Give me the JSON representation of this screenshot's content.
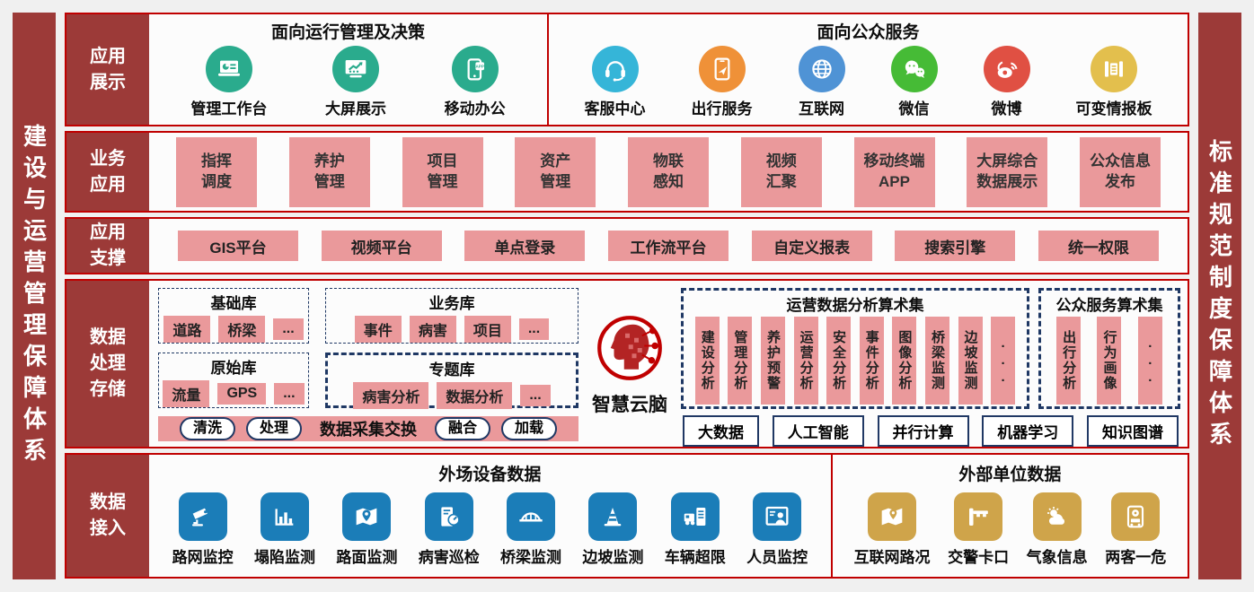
{
  "palette": {
    "border_red": "#c00000",
    "dark_red": "#9c3a38",
    "pink": "#ea999b",
    "navy": "#1f3864",
    "teal": "#2aab8d",
    "cyan": "#35b5d8",
    "orange": "#ef9138",
    "blue": "#4f93d5",
    "wechat_green": "#46bb36",
    "weibo_red": "#e05043",
    "gold": "#e3bf4d",
    "device_blue": "#1b7db8",
    "ext_gold": "#cfa44a"
  },
  "banners": {
    "left": "建设与运营管理保障体系",
    "right": "标准规范制度保障体系"
  },
  "rows": {
    "display": {
      "label": "应用\n展示",
      "mgmt": {
        "title": "面向运行管理及决策",
        "items": [
          {
            "label": "管理工作台",
            "icon": "workbench-icon",
            "color": "#2aab8d"
          },
          {
            "label": "大屏展示",
            "icon": "bigscreen-icon",
            "color": "#2aab8d"
          },
          {
            "label": "移动办公",
            "icon": "mobile-office-icon",
            "color": "#2aab8d"
          }
        ]
      },
      "public": {
        "title": "面向公众服务",
        "items": [
          {
            "label": "客服中心",
            "icon": "headset-icon",
            "color": "#35b5d8"
          },
          {
            "label": "出行服务",
            "icon": "travel-phone-icon",
            "color": "#ef9138"
          },
          {
            "label": "互联网",
            "icon": "globe-icon",
            "color": "#4f93d5"
          },
          {
            "label": "微信",
            "icon": "wechat-icon",
            "color": "#46bb36"
          },
          {
            "label": "微博",
            "icon": "weibo-icon",
            "color": "#e05043"
          },
          {
            "label": "可变情报板",
            "icon": "info-board-icon",
            "color": "#e3bf4d"
          }
        ]
      }
    },
    "business": {
      "label": "业务\n应用",
      "items": [
        "指挥\n调度",
        "养护\n管理",
        "项目\n管理",
        "资产\n管理",
        "物联\n感知",
        "视频\n汇聚",
        "移动终端\nAPP",
        "大屏综合\n数据展示",
        "公众信息\n发布"
      ]
    },
    "support": {
      "label": "应用\n支撑",
      "items": [
        "GIS平台",
        "视频平台",
        "单点登录",
        "工作流平台",
        "自定义报表",
        "搜索引擎",
        "统一权限"
      ]
    },
    "process": {
      "label": "数据\n处理\n存储",
      "libs": [
        {
          "title": "基础库",
          "chips": [
            "道路",
            "桥梁",
            "..."
          ]
        },
        {
          "title": "业务库",
          "chips": [
            "事件",
            "病害",
            "项目",
            "..."
          ]
        },
        {
          "title": "原始库",
          "chips": [
            "流量",
            "GPS",
            "..."
          ]
        },
        {
          "title": "专题库",
          "chips": [
            "病害分析",
            "数据分析",
            "..."
          ]
        }
      ],
      "bar": {
        "pills_left": [
          "清洗",
          "处理"
        ],
        "title": "数据采集交换",
        "pills_right": [
          "融合",
          "加载"
        ]
      },
      "brain": {
        "label": "智慧云脑",
        "icon": "brain-icon"
      },
      "ops": {
        "title": "运营数据分析算术集",
        "columns": [
          "建设分析",
          "管理分析",
          "养护预警",
          "运营分析",
          "安全分析",
          "事件分析",
          "图像分析",
          "桥梁监测",
          "边坡监测",
          "..."
        ]
      },
      "pub": {
        "title": "公众服务算术集",
        "columns": [
          "出行分析",
          "行为画像",
          "..."
        ]
      },
      "tech": [
        "大数据",
        "人工智能",
        "并行计算",
        "机器学习",
        "知识图谱"
      ]
    },
    "access": {
      "label": "数据\n接入",
      "field": {
        "title": "外场设备数据",
        "items": [
          {
            "label": "路网监控",
            "icon": "cctv-icon",
            "color": "#1b7db8"
          },
          {
            "label": "塌陷监测",
            "icon": "barchart-icon",
            "color": "#1b7db8"
          },
          {
            "label": "路面监测",
            "icon": "map-pin-icon",
            "color": "#1b7db8"
          },
          {
            "label": "病害巡检",
            "icon": "gauge-icon",
            "color": "#1b7db8"
          },
          {
            "label": "桥梁监测",
            "icon": "bridge-icon",
            "color": "#1b7db8"
          },
          {
            "label": "边坡监测",
            "icon": "cone-icon",
            "color": "#1b7db8"
          },
          {
            "label": "车辆超限",
            "icon": "truck-icon",
            "color": "#1b7db8"
          },
          {
            "label": "人员监控",
            "icon": "person-monitor-icon",
            "color": "#1b7db8"
          }
        ]
      },
      "external": {
        "title": "外部单位数据",
        "items": [
          {
            "label": "互联网路况",
            "icon": "road-map-icon",
            "color": "#cfa44a"
          },
          {
            "label": "交警卡口",
            "icon": "toll-gate-icon",
            "color": "#cfa44a"
          },
          {
            "label": "气象信息",
            "icon": "weather-icon",
            "color": "#cfa44a"
          },
          {
            "label": "两客一危",
            "icon": "bus-icon",
            "color": "#cfa44a"
          }
        ]
      }
    }
  }
}
